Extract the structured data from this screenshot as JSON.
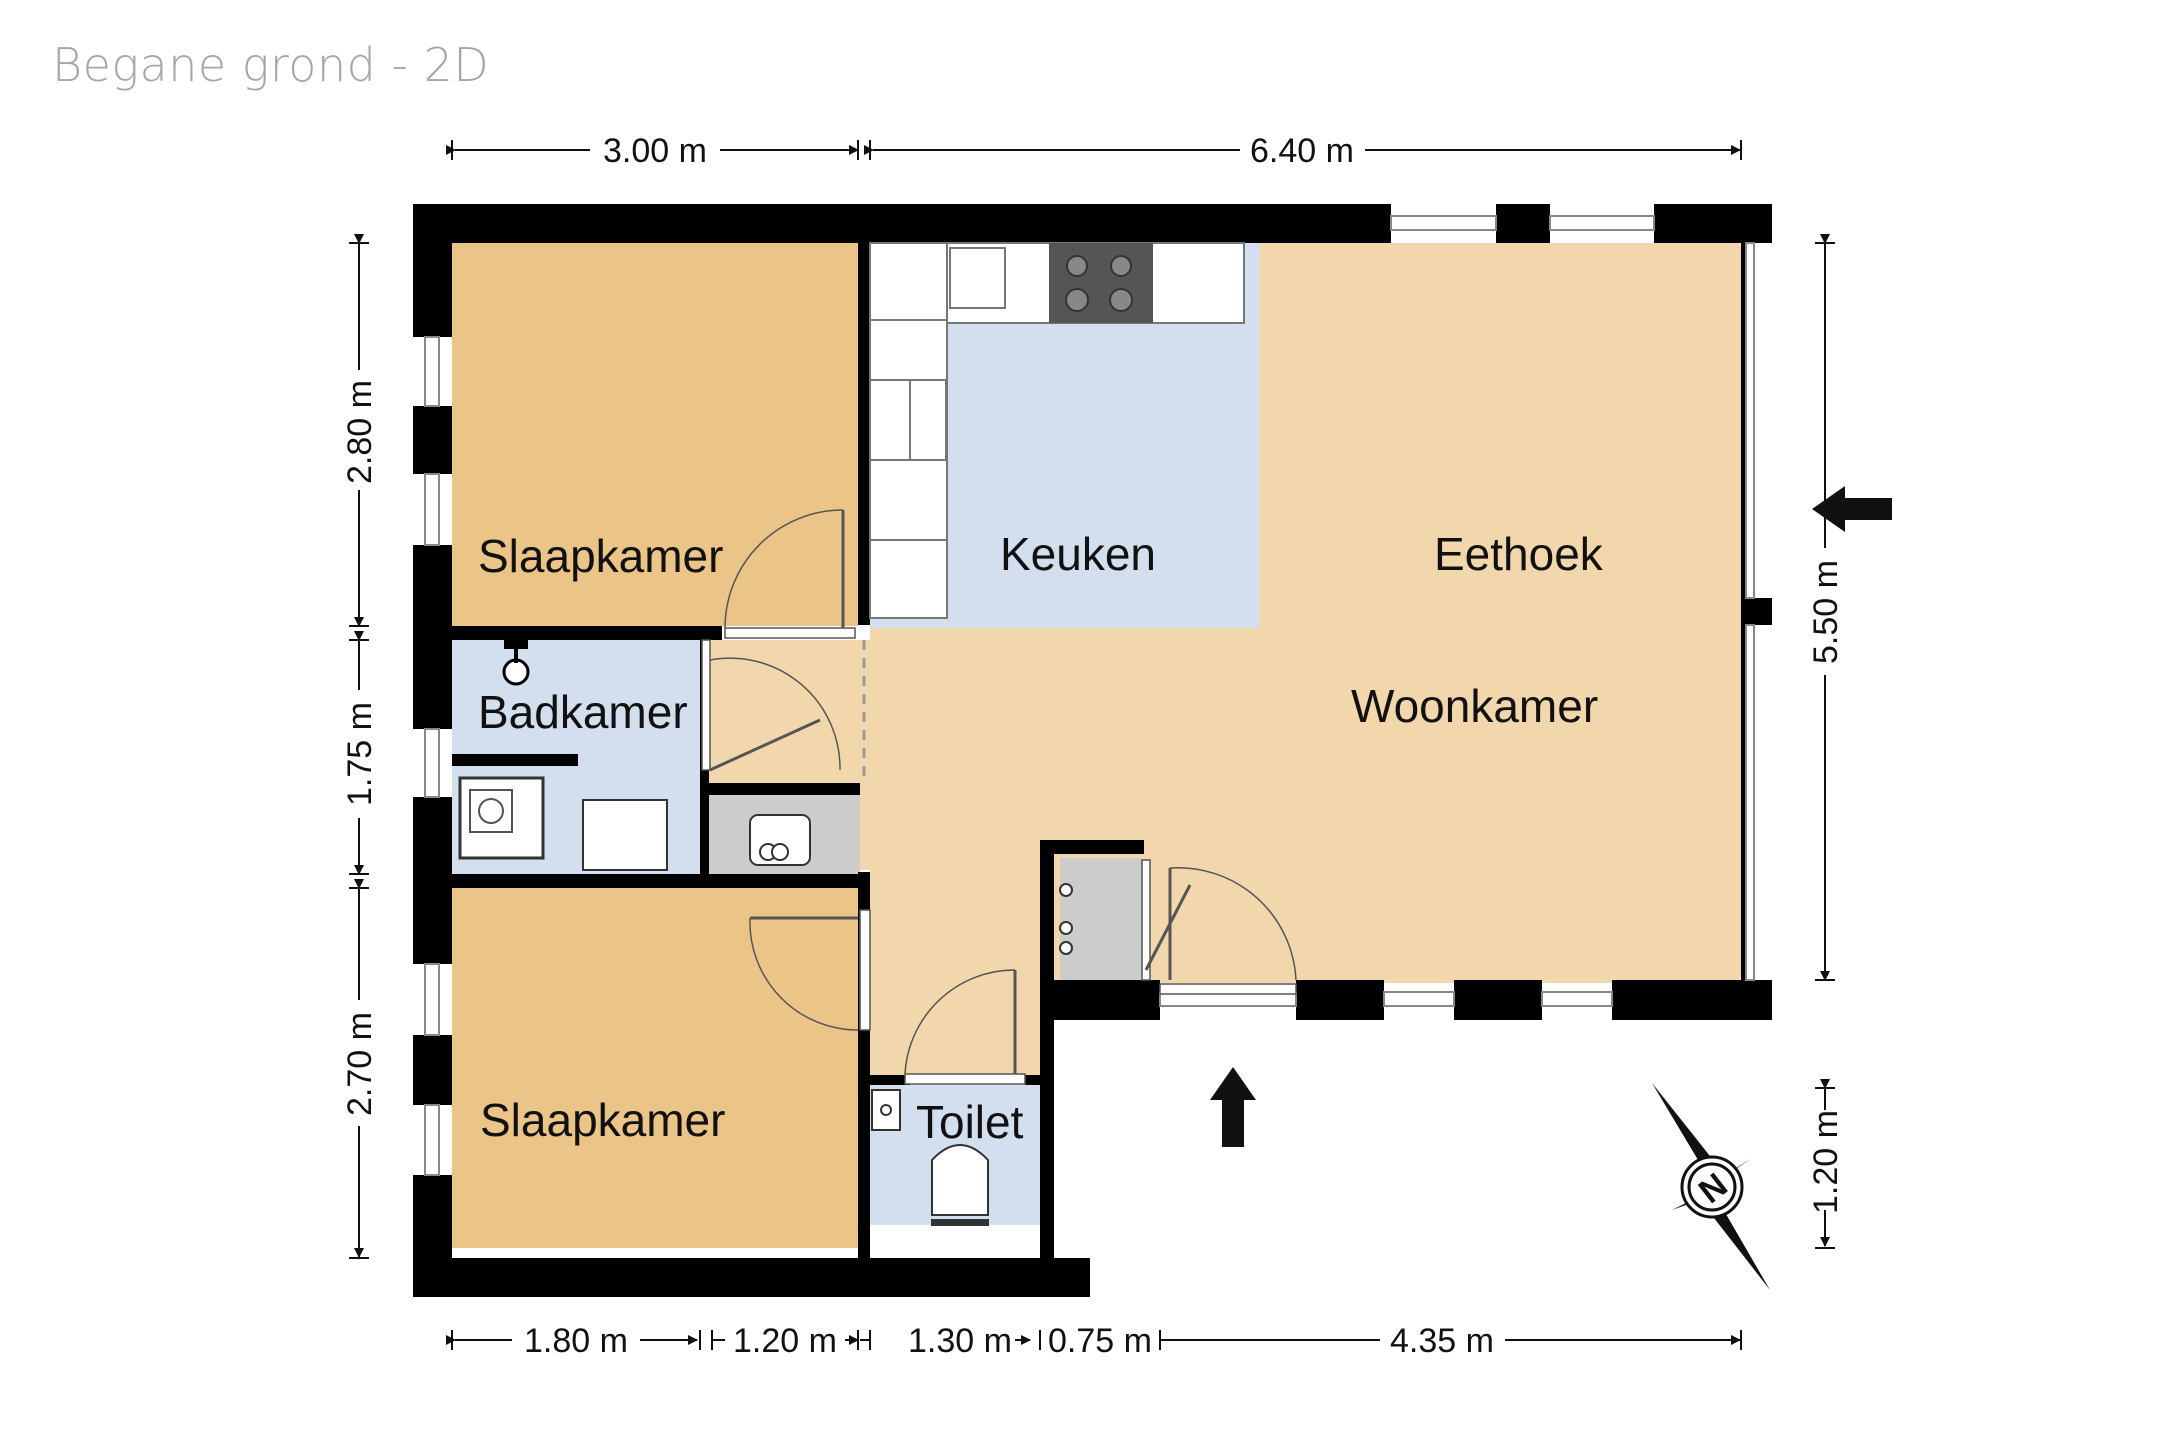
{
  "title": "Begane grond - 2D",
  "rooms": {
    "bedroom_top": "Slaapkamer",
    "kitchen": "Keuken",
    "dining": "Eethoek",
    "bathroom": "Badkamer",
    "living": "Woonkamer",
    "bedroom_bottom": "Slaapkamer",
    "toilet": "Toilet"
  },
  "dimensions": {
    "top_left": "3.00 m",
    "top_right": "6.40 m",
    "left_1": "2.80 m",
    "left_2": "1.75 m",
    "left_3": "2.70 m",
    "right_1": "5.50 m",
    "right_2": "1.20 m",
    "bottom_1": "1.80 m",
    "bottom_2": "1.20 m",
    "bottom_3": "1.30 m",
    "bottom_4": "0.75 m",
    "bottom_5": "4.35 m"
  },
  "compass": {
    "letter": "N"
  },
  "colors": {
    "bedroom": "#ebc487",
    "living": "#f2d6ac",
    "kitchen": "#d3dfee",
    "wet_room": "#d3dfee",
    "wall": "#000000",
    "utility": "#cccccc"
  }
}
